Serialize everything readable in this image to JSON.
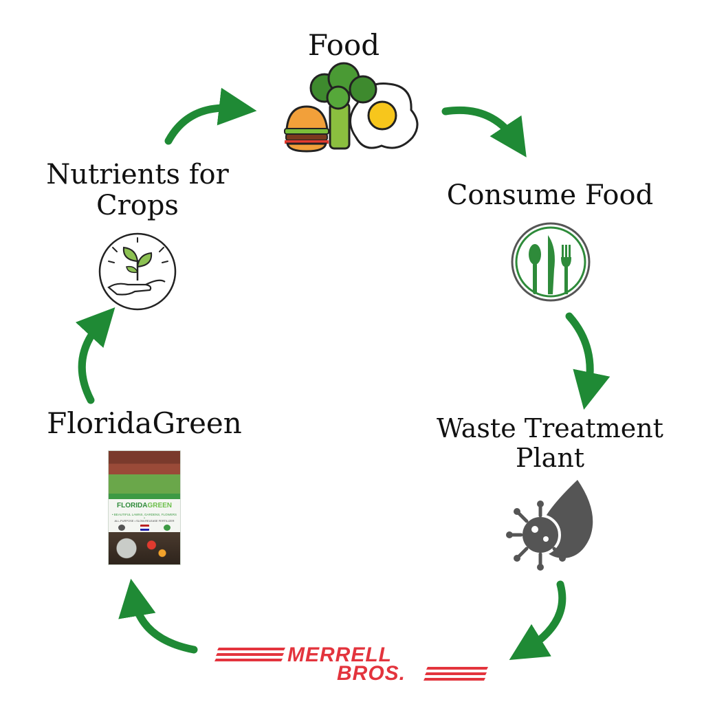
{
  "nodes": {
    "food": "Food",
    "consume": "Consume Food",
    "waste_line1": "Waste Treatment",
    "waste_line2": "Plant",
    "nutrients_line1": "Nutrients for",
    "nutrients_line2": "Crops",
    "floridagreen": "FloridaGreen"
  },
  "product_bag": {
    "brand_part1": "FLORIDA",
    "brand_part2": "GREEN",
    "tagline": "• BEAUTIFUL LAWNS, GARDENS, FLOWERS •",
    "subtag": "ALL-PURPOSE • SLOW-RELEASE FERTILIZER"
  },
  "logo": {
    "line1": "MERRELL",
    "line2": "BROS."
  },
  "colors": {
    "arrow_green": "#1f8a35",
    "icon_green": "#2e8b3a",
    "icon_gray": "#555555",
    "logo_red": "#e3343d"
  },
  "icons": [
    "food-icon",
    "utensils-icon",
    "virus-droplet-icon",
    "plant-hand-icon",
    "fertilizer-bag-image",
    "merrell-bros-logo"
  ]
}
